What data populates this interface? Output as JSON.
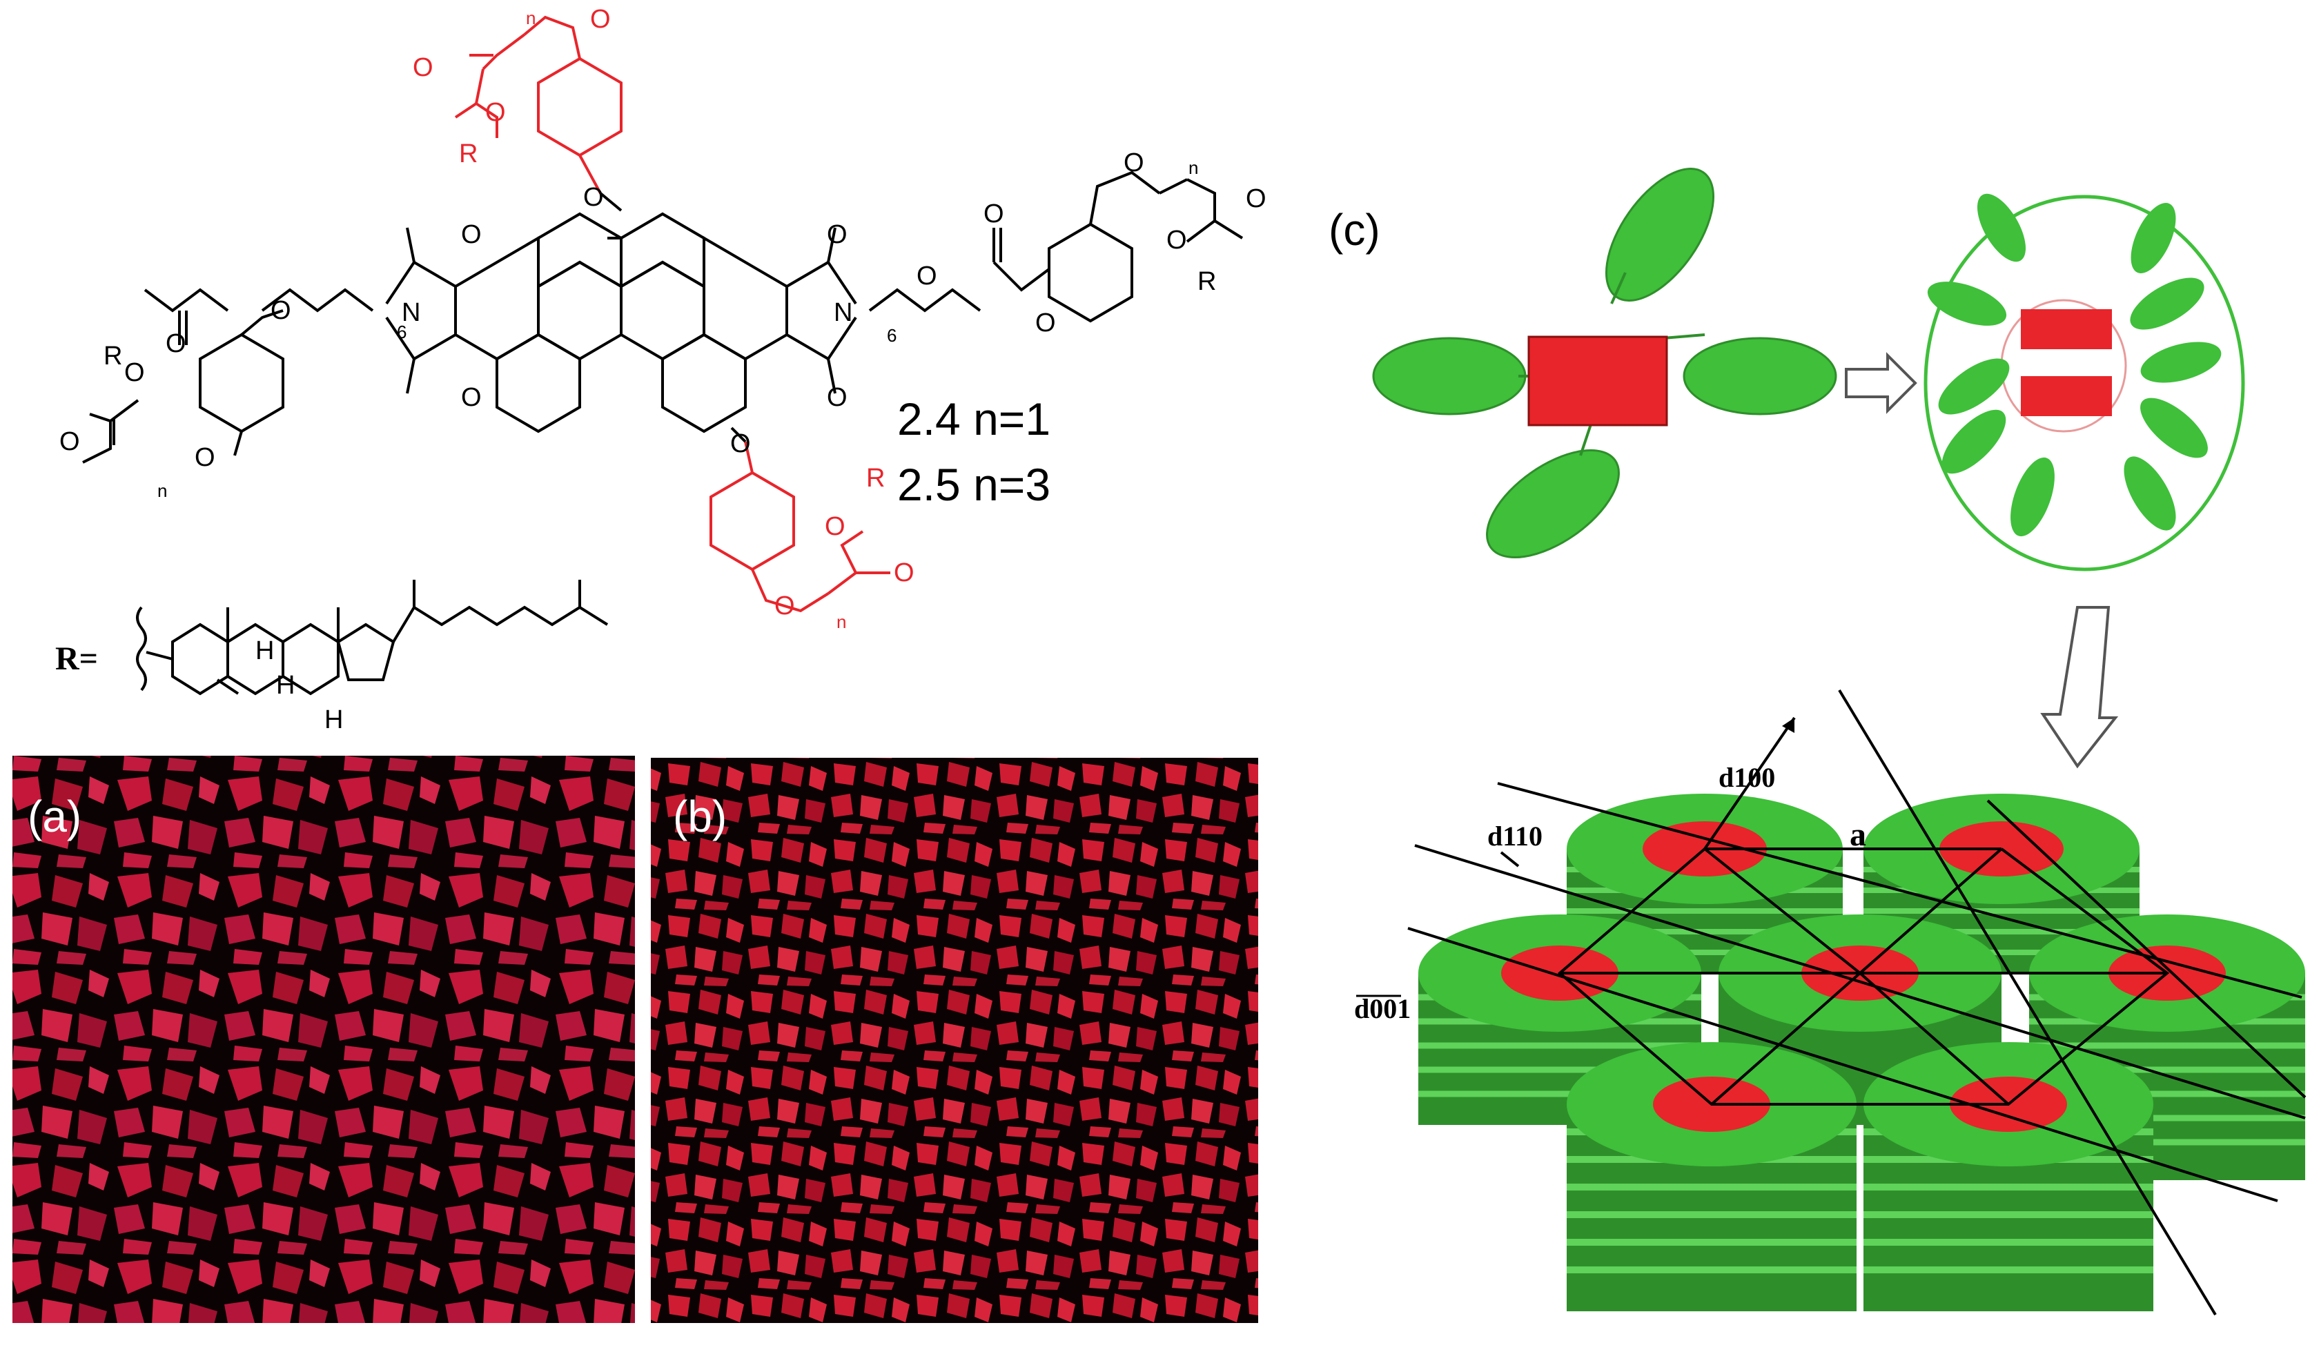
{
  "colors": {
    "red": "#e8252b",
    "green": "#3fbf3a",
    "dark_green": "#2e8f2a",
    "black": "#000000",
    "pom_bg": "#0b0204"
  },
  "panel_labels": {
    "a": "(a)",
    "b": "(b)",
    "c": "(c)"
  },
  "structure": {
    "compound_1": "2.4 n=1",
    "compound_2": "2.5 n=3",
    "r_label": "R=",
    "atoms": {
      "O": "O",
      "N": "N",
      "H": "H",
      "R": "R",
      "sub_n": "n",
      "sub_6": "6"
    }
  },
  "stack_labels": {
    "d100": "d100",
    "d110": "d110",
    "d001": "d001",
    "a": "a"
  },
  "icons": [
    "hollow-arrow-right-icon",
    "hollow-arrow-down-icon"
  ]
}
